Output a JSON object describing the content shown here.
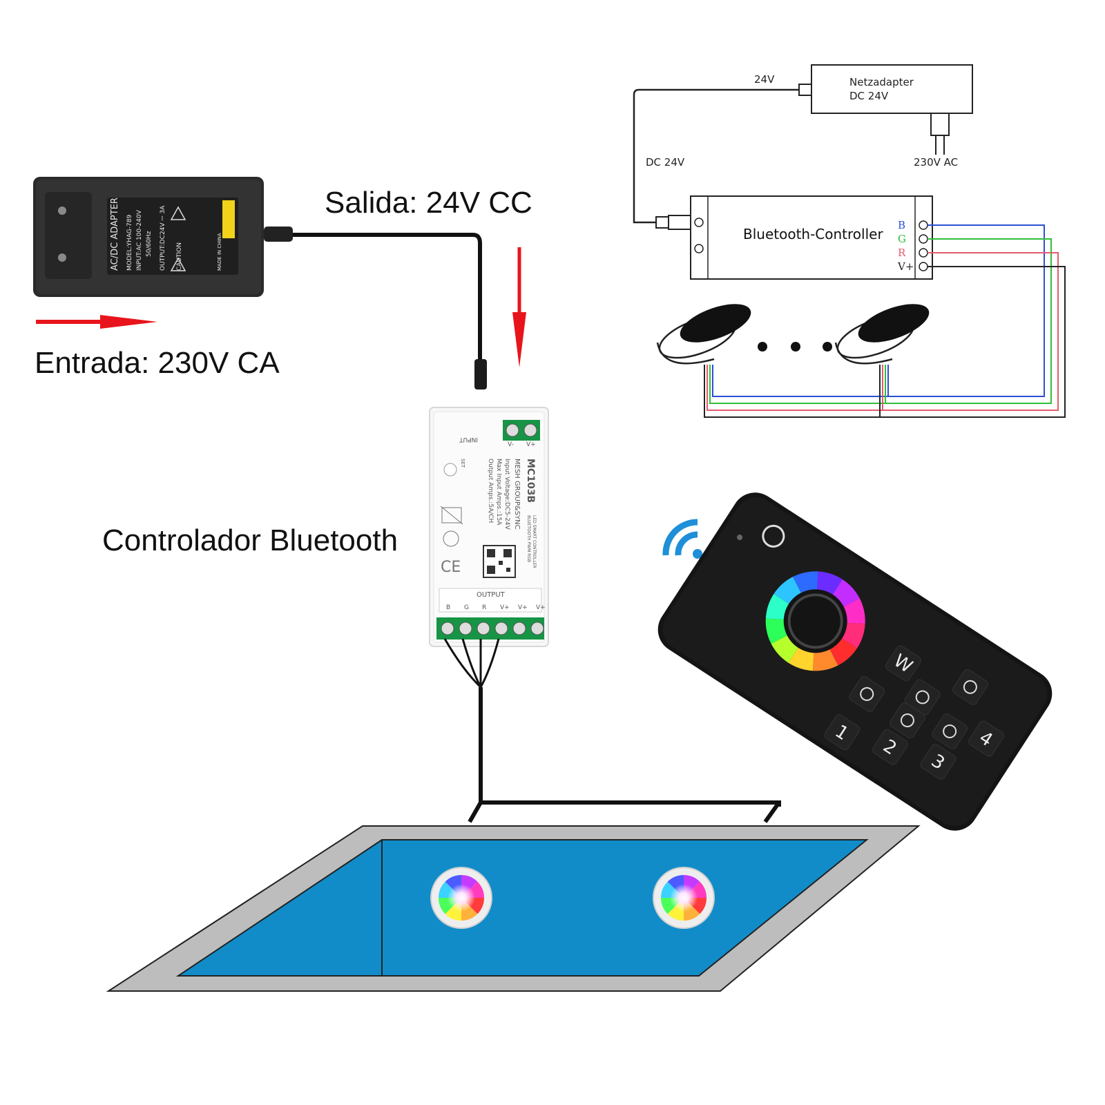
{
  "labels": {
    "output": "Salida: 24V CC",
    "input": "Entrada: 230V CA",
    "controller": "Controlador Bluetooth"
  },
  "adapter": {
    "title": "AC/DC ADAPTER",
    "model": "MODEL:YHAG-789",
    "input": "INPUT:AC 100-240V",
    "freq": "50/60Hz",
    "output": "OUTPUT:DC24V ⎓ 3A",
    "caution": "CAUTION",
    "made_in": "MADE IN CHINA"
  },
  "module": {
    "model": "MC103B",
    "type_line1": "LED SMART CONTROLLER",
    "type_line2": "BLUETOOTH PWM RGB",
    "mesh": "MESH GROUP&SYNC",
    "voltage": "Input Voltage:DC5-24V",
    "max_amps": "Max Input Amps.:15A",
    "out_amps": "Output Amps.:5A/CH",
    "input_label": "INPUT",
    "set_label": "SET",
    "vplus": "V+",
    "vminus": "V-",
    "output_label": "OUTPUT",
    "terminals": [
      "B",
      "G",
      "R",
      "V+",
      "V+",
      "V+"
    ]
  },
  "schematic": {
    "label_24v": "24V",
    "adapter_line1": "Netzadapter",
    "adapter_line2": "DC 24V",
    "label_dc24v": "DC 24V",
    "label_230vac": "230V AC",
    "controller": "Bluetooth-Controller",
    "pins": [
      "B",
      "G",
      "R",
      "V+"
    ]
  },
  "remote": {
    "keys": [
      "W",
      "1",
      "2",
      "3",
      "4"
    ]
  },
  "colors": {
    "arrow": "#e8141c",
    "pool_water": "#118cc9",
    "pool_border": "#bdbdbd",
    "wire_blue": "#2b4fd6",
    "wire_green": "#2fbf3a",
    "wire_red": "#e35b6b",
    "wire_black": "#222222"
  }
}
